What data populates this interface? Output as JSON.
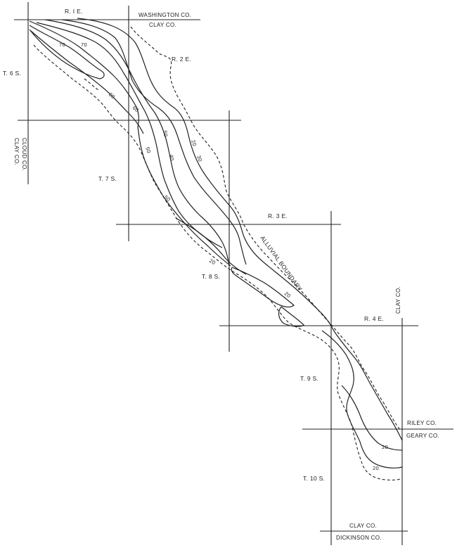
{
  "ranges": {
    "r1e": "R. I E.",
    "r2e": "R. 2 E.",
    "r3e": "R. 3 E.",
    "r4e": "R. 4 E."
  },
  "townships": {
    "t6s": "T. 6 S.",
    "t7s": "T. 7 S.",
    "t8s": "T. 8 S.",
    "t9s": "T. 9 S.",
    "t10s": "T. 10 S."
  },
  "counties": {
    "washington": "WASHINGTON CO.",
    "clay_top": "CLAY CO.",
    "clay_left": "CLAY CO.",
    "cloud_left": "CLOUD CO.",
    "clay_right": "CLAY CO.",
    "riley": "RILEY CO.",
    "geary": "GEARY CO.",
    "clay_bottom": "CLAY CO.",
    "dickinson": "DICKINSON CO."
  },
  "alluvial_boundary": "ALLUVIAL BOUNDARY",
  "contour_labels": {
    "c70a": "70",
    "c70b": "70",
    "c60a": "60",
    "c60b": "60",
    "c50a": "50",
    "c50b": "50",
    "c50c": "50",
    "c40": "40",
    "c30": "30",
    "c20a": "20",
    "c20b": "20",
    "c20c": "20",
    "c20d": "20",
    "c20e": "20"
  }
}
